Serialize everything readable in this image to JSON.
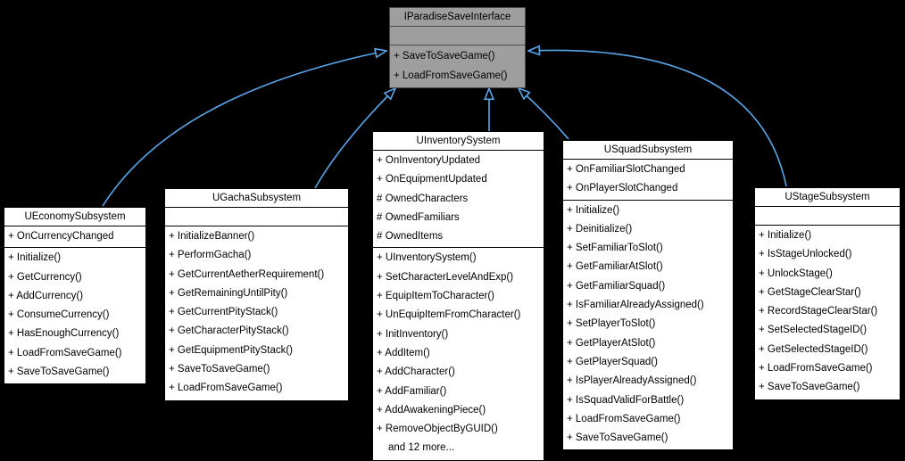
{
  "colors": {
    "background": "#000000",
    "arrow": "#58a6ea",
    "interface_bg": "#9e9e9e",
    "class_bg": "#ffffff"
  },
  "interface": {
    "name": "IParadiseSaveInterface",
    "attributes": [],
    "methods": [
      "+ SaveToSaveGame()",
      "+ LoadFromSaveGame()"
    ]
  },
  "classes": [
    {
      "name": "UEconomySubsystem",
      "attributes": [
        "+ OnCurrencyChanged"
      ],
      "methods": [
        "+ Initialize()",
        "+ GetCurrency()",
        "+ AddCurrency()",
        "+ ConsumeCurrency()",
        "+ HasEnoughCurrency()",
        "+ LoadFromSaveGame()",
        "+ SaveToSaveGame()"
      ]
    },
    {
      "name": "UGachaSubsystem",
      "attributes": [],
      "methods": [
        "+ InitializeBanner()",
        "+ PerformGacha()",
        "+ GetCurrentAetherRequirement()",
        "+ GetRemainingUntilPity()",
        "+ GetCurrentPityStack()",
        "+ GetCharacterPityStack()",
        "+ GetEquipmentPityStack()",
        "+ SaveToSaveGame()",
        "+ LoadFromSaveGame()"
      ]
    },
    {
      "name": "UInventorySystem",
      "attributes": [
        "+ OnInventoryUpdated",
        "+ OnEquipmentUpdated",
        "# OwnedCharacters",
        "# OwnedFamiliars",
        "# OwnedItems"
      ],
      "methods": [
        "+ UInventorySystem()",
        "+ SetCharacterLevelAndExp()",
        "+ EquipItemToCharacter()",
        "+ UnEquipItemFromCharacter()",
        "+ InitInventory()",
        "+ AddItem()",
        "+ AddCharacter()",
        "+ AddFamiliar()",
        "+ AddAwakeningPiece()",
        "+ RemoveObjectByGUID()",
        "and 12 more..."
      ]
    },
    {
      "name": "USquadSubsystem",
      "attributes": [
        "+ OnFamiliarSlotChanged",
        "+ OnPlayerSlotChanged"
      ],
      "methods": [
        "+ Initialize()",
        "+ Deinitialize()",
        "+ SetFamiliarToSlot()",
        "+ GetFamiliarAtSlot()",
        "+ GetFamiliarSquad()",
        "+ IsFamiliarAlreadyAssigned()",
        "+ SetPlayerToSlot()",
        "+ GetPlayerAtSlot()",
        "+ GetPlayerSquad()",
        "+ IsPlayerAlreadyAssigned()",
        "+ IsSquadValidForBattle()",
        "+ LoadFromSaveGame()",
        "+ SaveToSaveGame()"
      ]
    },
    {
      "name": "UStageSubsystem",
      "attributes": [],
      "methods": [
        "+ Initialize()",
        "+ IsStageUnlocked()",
        "+ UnlockStage()",
        "+ GetStageClearStar()",
        "+ RecordStageClearStar()",
        "+ SetSelectedStageID()",
        "+ GetSelectedStageID()",
        "+ LoadFromSaveGame()",
        "+ SaveToSaveGame()"
      ]
    }
  ],
  "relations": [
    {
      "from": "UEconomySubsystem",
      "to": "IParadiseSaveInterface",
      "type": "implements"
    },
    {
      "from": "UGachaSubsystem",
      "to": "IParadiseSaveInterface",
      "type": "implements"
    },
    {
      "from": "UInventorySystem",
      "to": "IParadiseSaveInterface",
      "type": "implements"
    },
    {
      "from": "USquadSubsystem",
      "to": "IParadiseSaveInterface",
      "type": "implements"
    },
    {
      "from": "UStageSubsystem",
      "to": "IParadiseSaveInterface",
      "type": "implements"
    }
  ]
}
